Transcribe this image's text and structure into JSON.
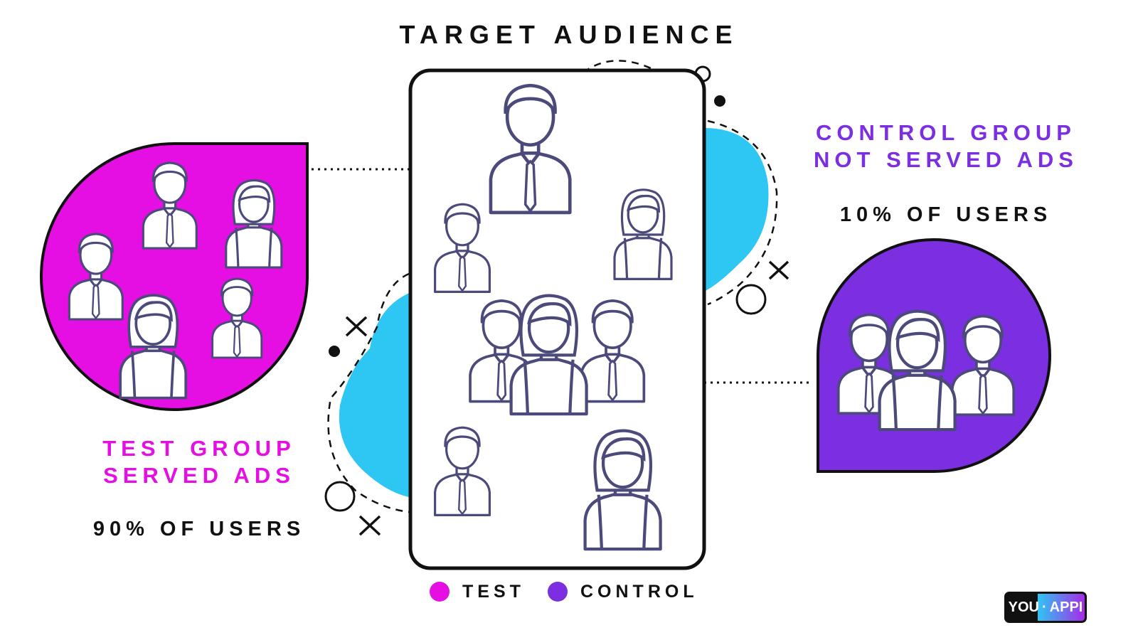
{
  "title": "TARGET AUDIENCE",
  "control_group": {
    "line1": "CONTROL GROUP",
    "line2": "NOT SERVED ADS",
    "percentage": "10% OF USERS"
  },
  "test_group": {
    "line1": "TEST GROUP",
    "line2": "SERVED ADS",
    "percentage": "90% OF USERS"
  },
  "legend": {
    "test_label": "TEST",
    "control_label": "CONTROL"
  },
  "logo": {
    "left": "YOU",
    "dot": "·",
    "right": "APPI"
  },
  "colors": {
    "test": "#e60fe3",
    "control": "#7c2fe0",
    "blob": "#2ec6f3",
    "outline": "#4b4a7a",
    "dark": "#111111"
  },
  "icons": {
    "man": "man-icon",
    "woman": "woman-icon",
    "group": "group-icon"
  }
}
